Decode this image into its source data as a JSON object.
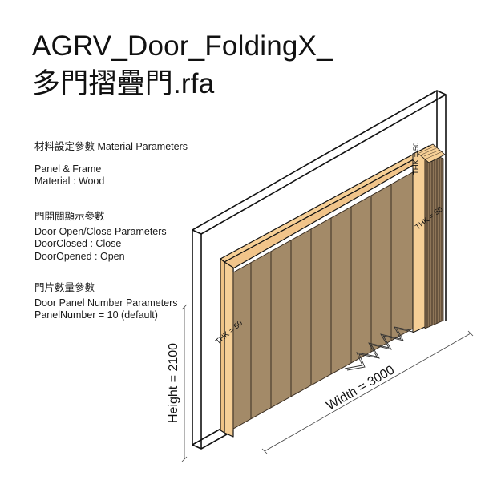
{
  "title": {
    "line1": "AGRV_Door_FoldingX_",
    "line2": "多門摺疊門.rfa"
  },
  "sections": [
    {
      "heading": "材料設定參數 Material Parameters",
      "lines": [
        "Panel & Frame",
        "Material : Wood"
      ]
    },
    {
      "heading": "門開關顯示參數",
      "lines": [
        "Door Open/Close Parameters",
        "DoorClosed : Close",
        "DoorOpened : Open"
      ]
    },
    {
      "heading": "門片數量參數",
      "lines": [
        "Door Panel Number Parameters",
        "PanelNumber = 10 (default)"
      ]
    }
  ],
  "dimensions": {
    "height": "Height = 2100",
    "width": "Width = 3000",
    "thk_frame_left": "THK = 50",
    "thk_frame_top": "THK = 50",
    "thk_stack": "THK = 50"
  },
  "colors": {
    "frame_wood": "#f6cf96",
    "panel_wood": "#a38a68",
    "panel_line": "#3a2e22",
    "outline": "#111111"
  }
}
